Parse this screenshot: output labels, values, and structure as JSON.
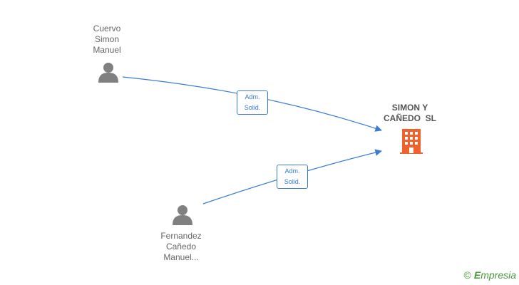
{
  "nodes": {
    "person_top": {
      "lines": [
        "Cuervo",
        "Simon",
        "Manuel"
      ]
    },
    "person_bottom": {
      "lines": [
        "Fernandez",
        "Cañedo",
        "Manuel..."
      ]
    },
    "company": {
      "lines": [
        "SIMON Y",
        "CAÑEDO  SL"
      ]
    }
  },
  "edges": [
    {
      "from": "person_top",
      "to": "company",
      "label_lines": [
        "Adm.",
        "Solid."
      ]
    },
    {
      "from": "person_bottom",
      "to": "company",
      "label_lines": [
        "Adm.",
        "Solid."
      ]
    }
  ],
  "colors": {
    "edge": "#3a7bd5",
    "person": "#808080",
    "company": "#f0622d",
    "brand": "#4a9a3a"
  },
  "icons": {
    "person": "person-icon",
    "company": "building-icon"
  },
  "brand": {
    "copyright": "©",
    "name": "mpresia",
    "initial": "E"
  }
}
